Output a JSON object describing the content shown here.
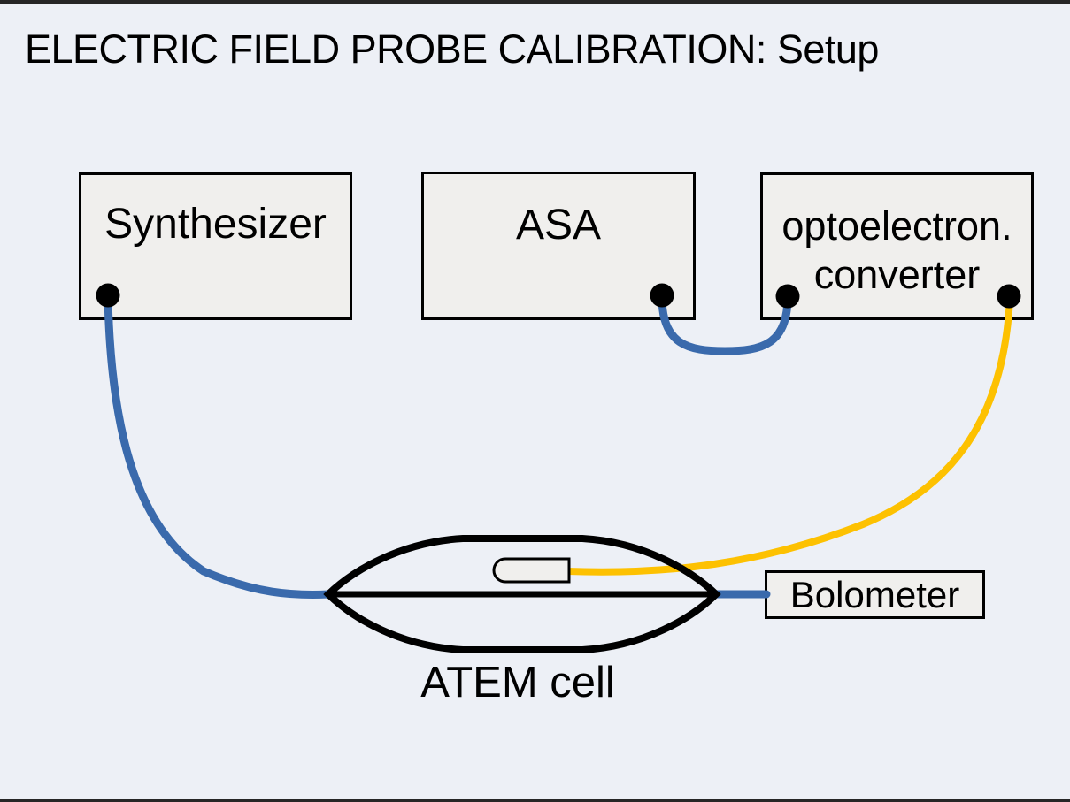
{
  "title": "ELECTRIC FIELD PROBE CALIBRATION: Setup",
  "nodes": {
    "synthesizer": {
      "label": "Synthesizer"
    },
    "asa": {
      "label": "ASA"
    },
    "converter": {
      "line1": "optoelectron.",
      "line2": "converter"
    },
    "bolometer": {
      "label": "Bolometer"
    },
    "atem": {
      "label": "ATEM cell"
    }
  },
  "connections": [
    {
      "from": "Synthesizer (bottom port)",
      "to": "ATEM cell (left apex)",
      "color": "blue"
    },
    {
      "from": "ASA (bottom-right port)",
      "to": "optoelectron. converter (bottom-left port)",
      "color": "blue"
    },
    {
      "from": "optoelectron. converter (bottom-right port)",
      "to": "probe inside ATEM cell",
      "color": "yellow"
    },
    {
      "from": "ATEM cell (right apex)",
      "to": "Bolometer",
      "color": "blue"
    }
  ],
  "colors": {
    "background": "#edf0f6",
    "box_fill": "#f0efed",
    "box_border": "#000000",
    "cable_blue": "#3a6aac",
    "cable_yellow": "#fdc101",
    "frame_strip": "#262626",
    "text": "#000000"
  }
}
